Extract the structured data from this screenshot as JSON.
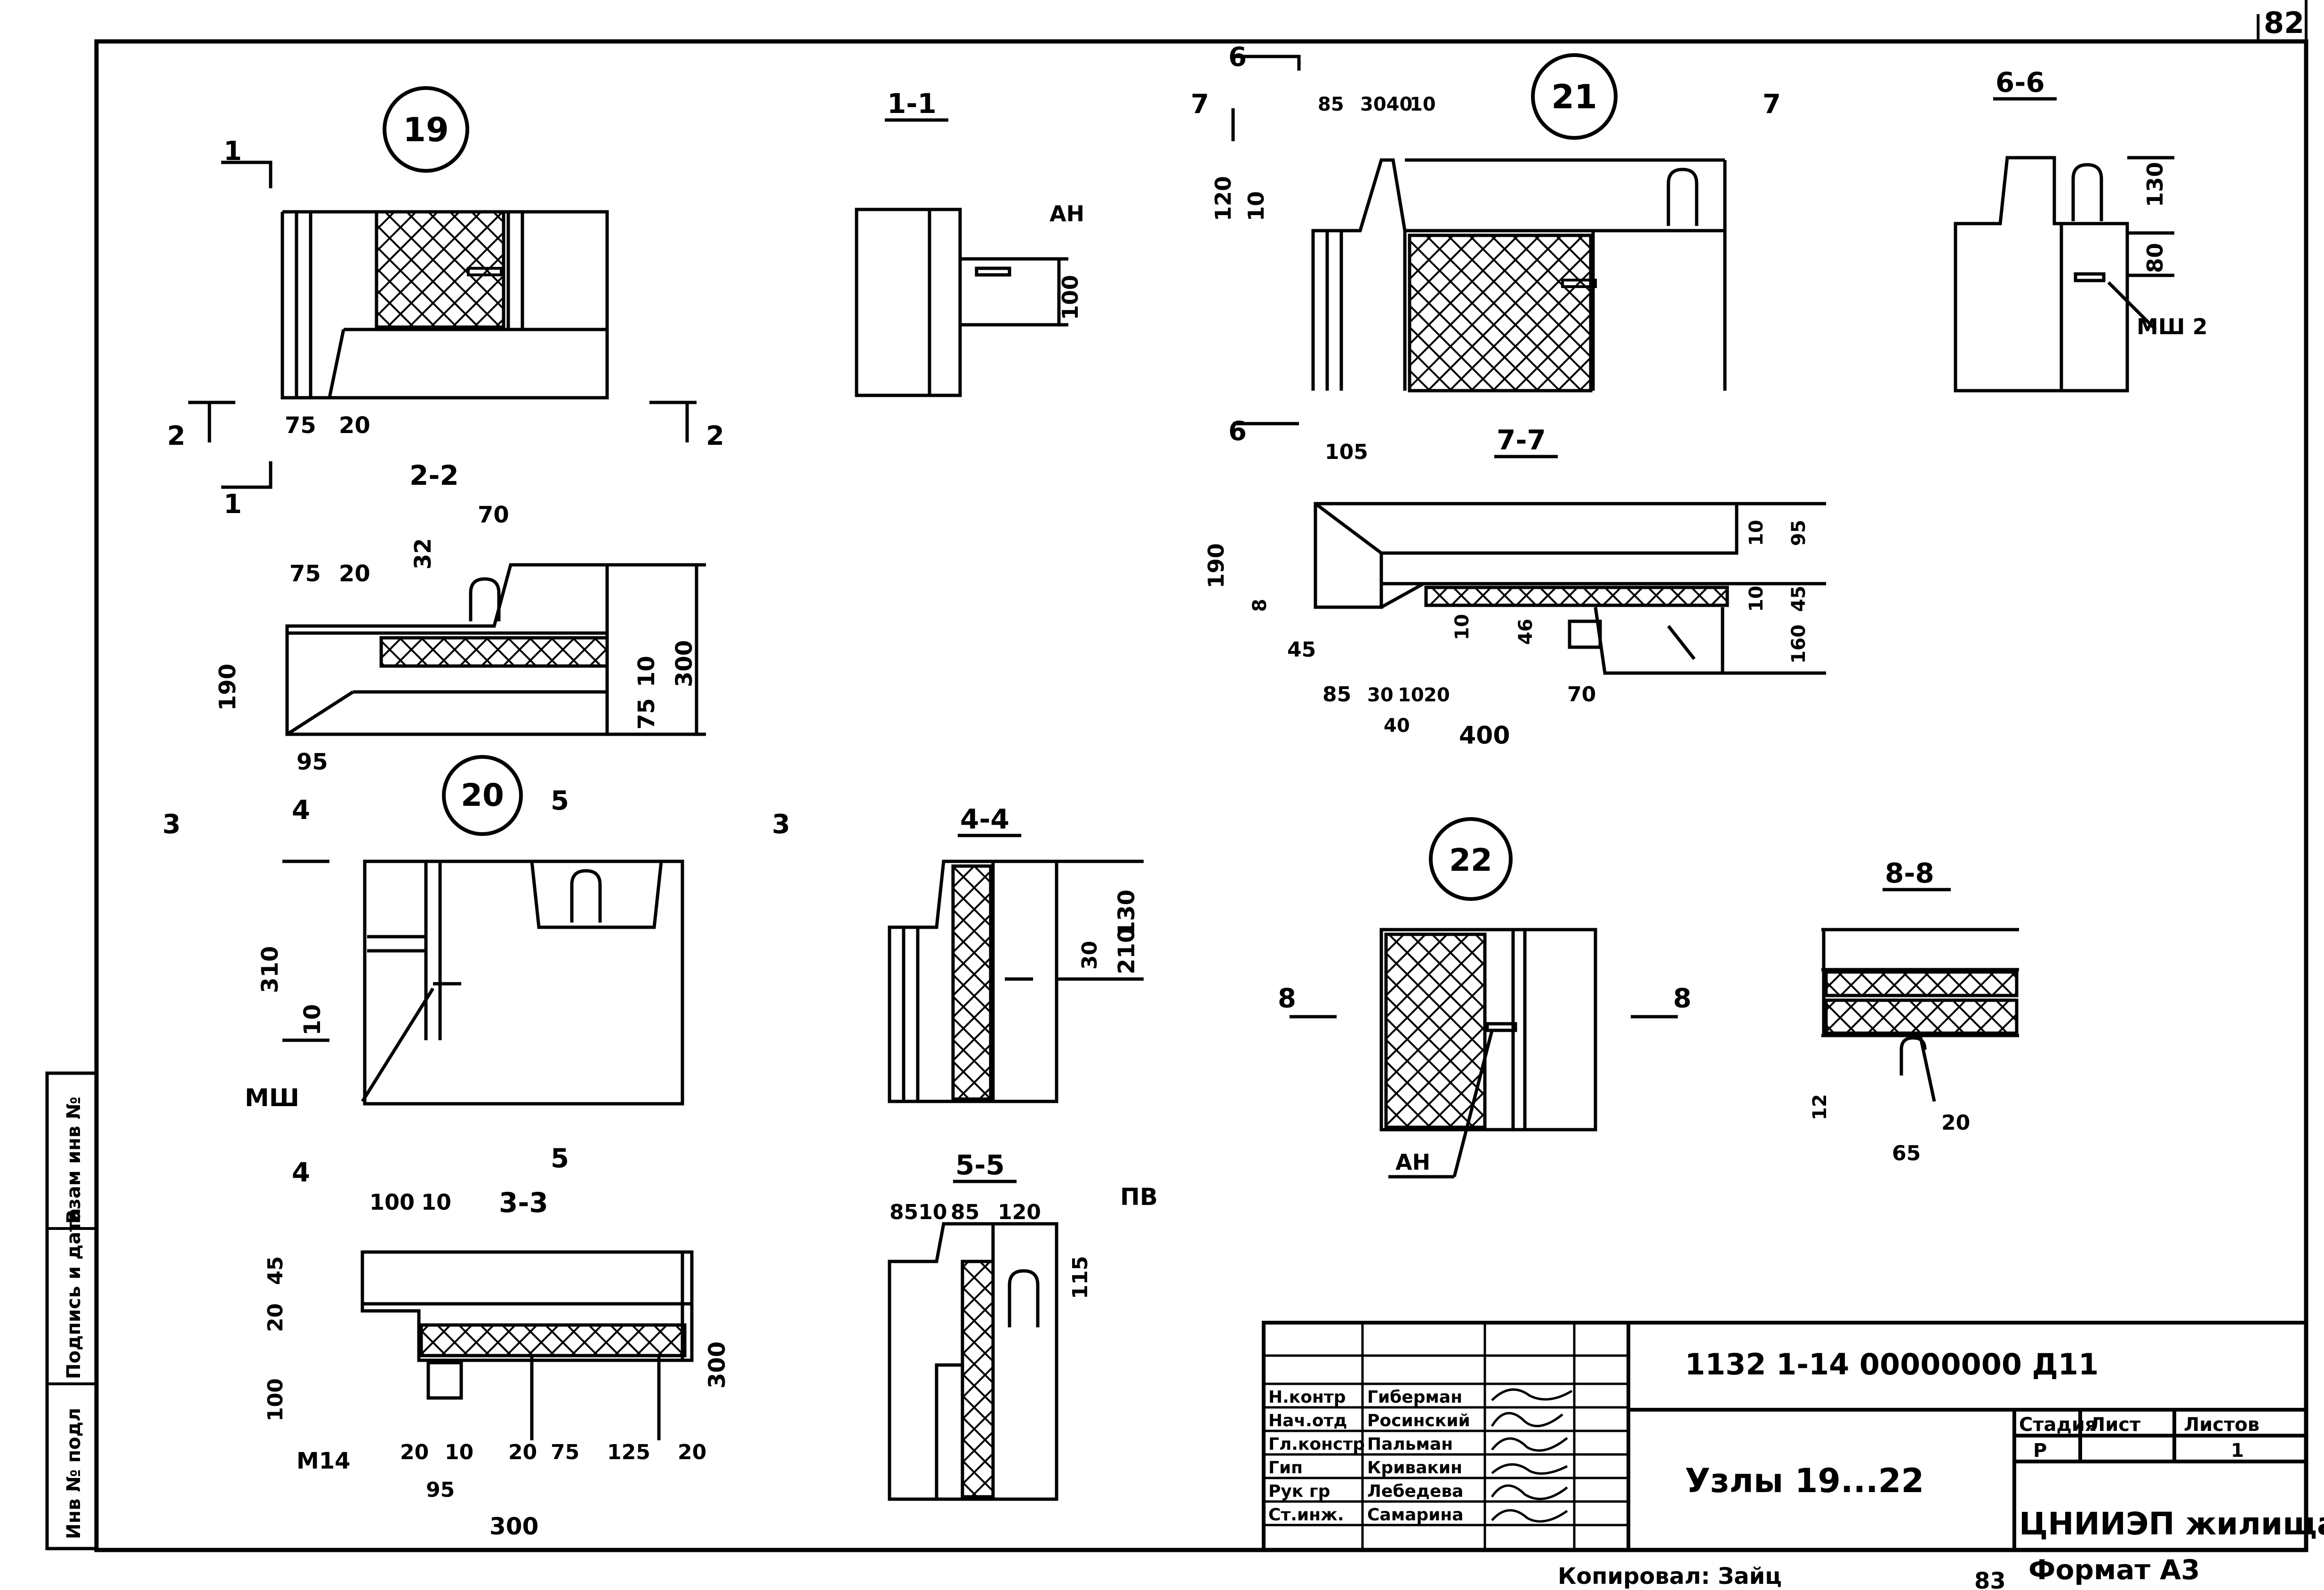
{
  "sheet": {
    "page_number": "82",
    "bottom_page_number": "83",
    "copied_label": "Копировал: Зайц",
    "format_label": "Формат А3"
  },
  "side_stamp": [
    "Инв № подл",
    "Подпись и дата",
    "Взам инв №"
  ],
  "nodes": [
    "19",
    "20",
    "21",
    "22"
  ],
  "sections": {
    "s11": "1-1",
    "s22": "2-2",
    "s33": "3-3",
    "s44": "4-4",
    "s55": "5-5",
    "s66": "6-6",
    "s77": "7-7",
    "s88": "8-8"
  },
  "cut_marks": {
    "one": "1",
    "two": "2",
    "three": "3",
    "four": "4",
    "five": "5",
    "six": "6",
    "seven": "7",
    "eight": "8"
  },
  "labels": {
    "an": "АН",
    "msh": "МШ",
    "msh2": "МШ 2",
    "m14": "М14",
    "pv": "ПВ"
  },
  "dims": {
    "d75": "75",
    "d20": "20",
    "d70": "70",
    "d32": "32",
    "d190": "190",
    "d95": "95",
    "d300": "300",
    "d10": "10",
    "d100": "100",
    "d310": "310",
    "d130": "130",
    "d210": "210",
    "d30": "30",
    "d85": "85",
    "d40": "40",
    "d120": "120",
    "d105": "105",
    "d8": "8",
    "d45": "45",
    "d160": "160",
    "d400": "400",
    "d46": "46",
    "d125": "125",
    "d115": "115",
    "d65": "65",
    "d12": "12",
    "d80": "80",
    "d8510": "8510",
    "d3040": "3040"
  },
  "title_block": {
    "code": "1132 1-14 00000000 Д11",
    "title": "Узлы 19...22",
    "organization": "ЦНИИЭП жилища",
    "stage_header": "Стадия",
    "sheet_header": "Лист",
    "sheets_header": "Листов",
    "stage_value": "Р",
    "sheets_value": "1",
    "signers": [
      {
        "role": "Н.контр",
        "name": "Гиберман"
      },
      {
        "role": "Нач.отд",
        "name": "Росинский"
      },
      {
        "role": "Гл.констр",
        "name": "Пальман"
      },
      {
        "role": "Гип",
        "name": "Кривакин"
      },
      {
        "role": "Рук гр",
        "name": "Лебедева"
      },
      {
        "role": "Ст.инж.",
        "name": "Самарина"
      }
    ]
  }
}
